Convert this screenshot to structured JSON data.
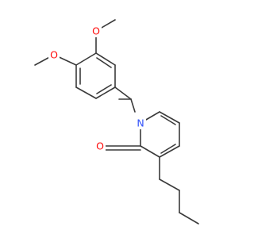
{
  "colors": {
    "background": "#ffffff",
    "bond": "#3a3a3a",
    "oxygen": "#ff0d0d",
    "nitrogen": "#3050f8"
  },
  "atoms": {
    "o_methoxy_top": "O",
    "o_methoxy_left": "O",
    "n_ring": "N",
    "o_carbonyl": "O"
  }
}
